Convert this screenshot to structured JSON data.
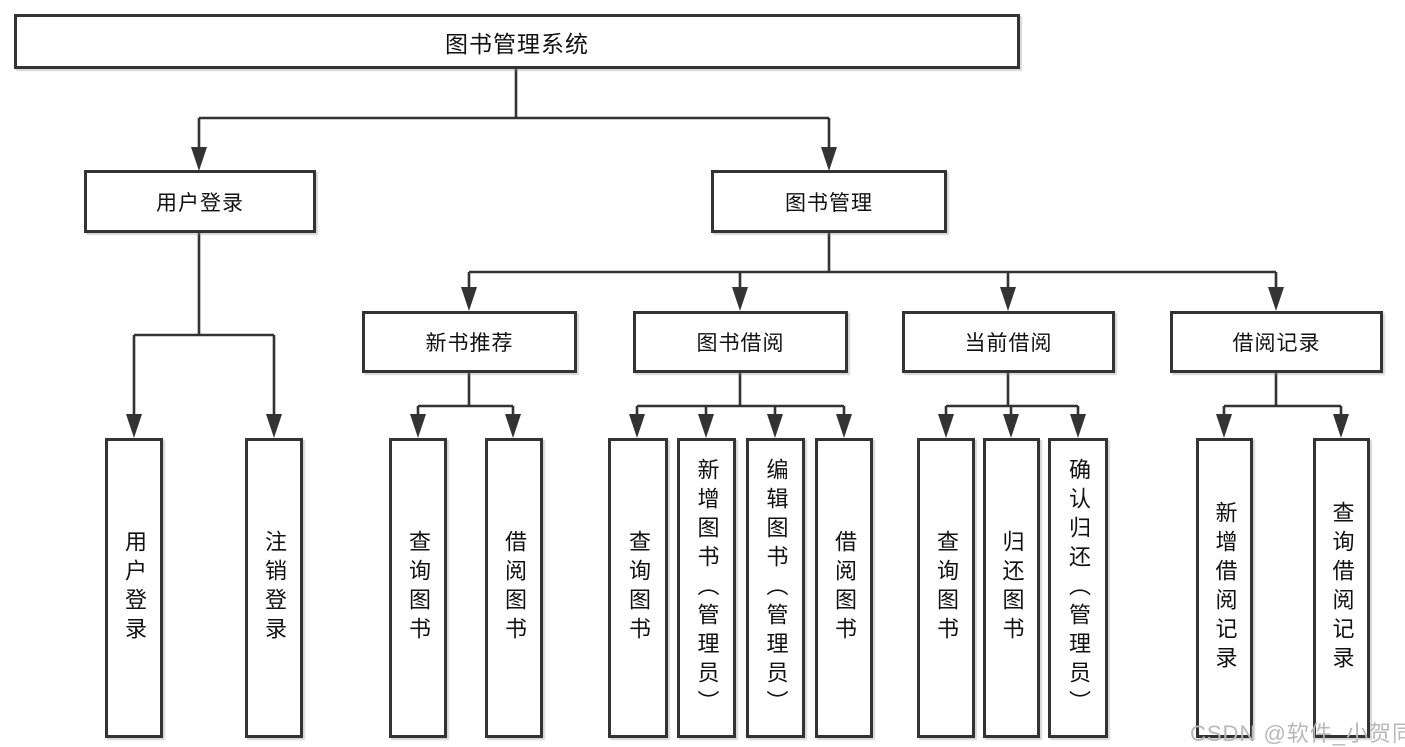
{
  "diagram": {
    "type": "tree-structure-chart",
    "watermark": "CSDN @软件_小贺同学",
    "colors": {
      "line": "#333333",
      "box_border": "#333333",
      "box_fill": "#ffffff",
      "text": "#111111",
      "watermark": "#b8b8b8"
    }
  },
  "tree": {
    "label": "图书管理系统",
    "children": [
      {
        "label": "用户登录",
        "children": [
          {
            "label": "用户登录"
          },
          {
            "label": "注销登录"
          }
        ]
      },
      {
        "label": "图书管理",
        "children": [
          {
            "label": "新书推荐",
            "children": [
              {
                "label": "查询图书"
              },
              {
                "label": "借阅图书"
              }
            ]
          },
          {
            "label": "图书借阅",
            "children": [
              {
                "label": "查询图书"
              },
              {
                "label": "新增图书（管理员）"
              },
              {
                "label": "编辑图书（管理员）"
              },
              {
                "label": "借阅图书"
              }
            ]
          },
          {
            "label": "当前借阅",
            "children": [
              {
                "label": "查询图书"
              },
              {
                "label": "归还图书"
              },
              {
                "label": "确认归还（管理员）"
              }
            ]
          },
          {
            "label": "借阅记录",
            "children": [
              {
                "label": "新增借阅记录"
              },
              {
                "label": "查询借阅记录"
              }
            ]
          }
        ]
      }
    ]
  }
}
